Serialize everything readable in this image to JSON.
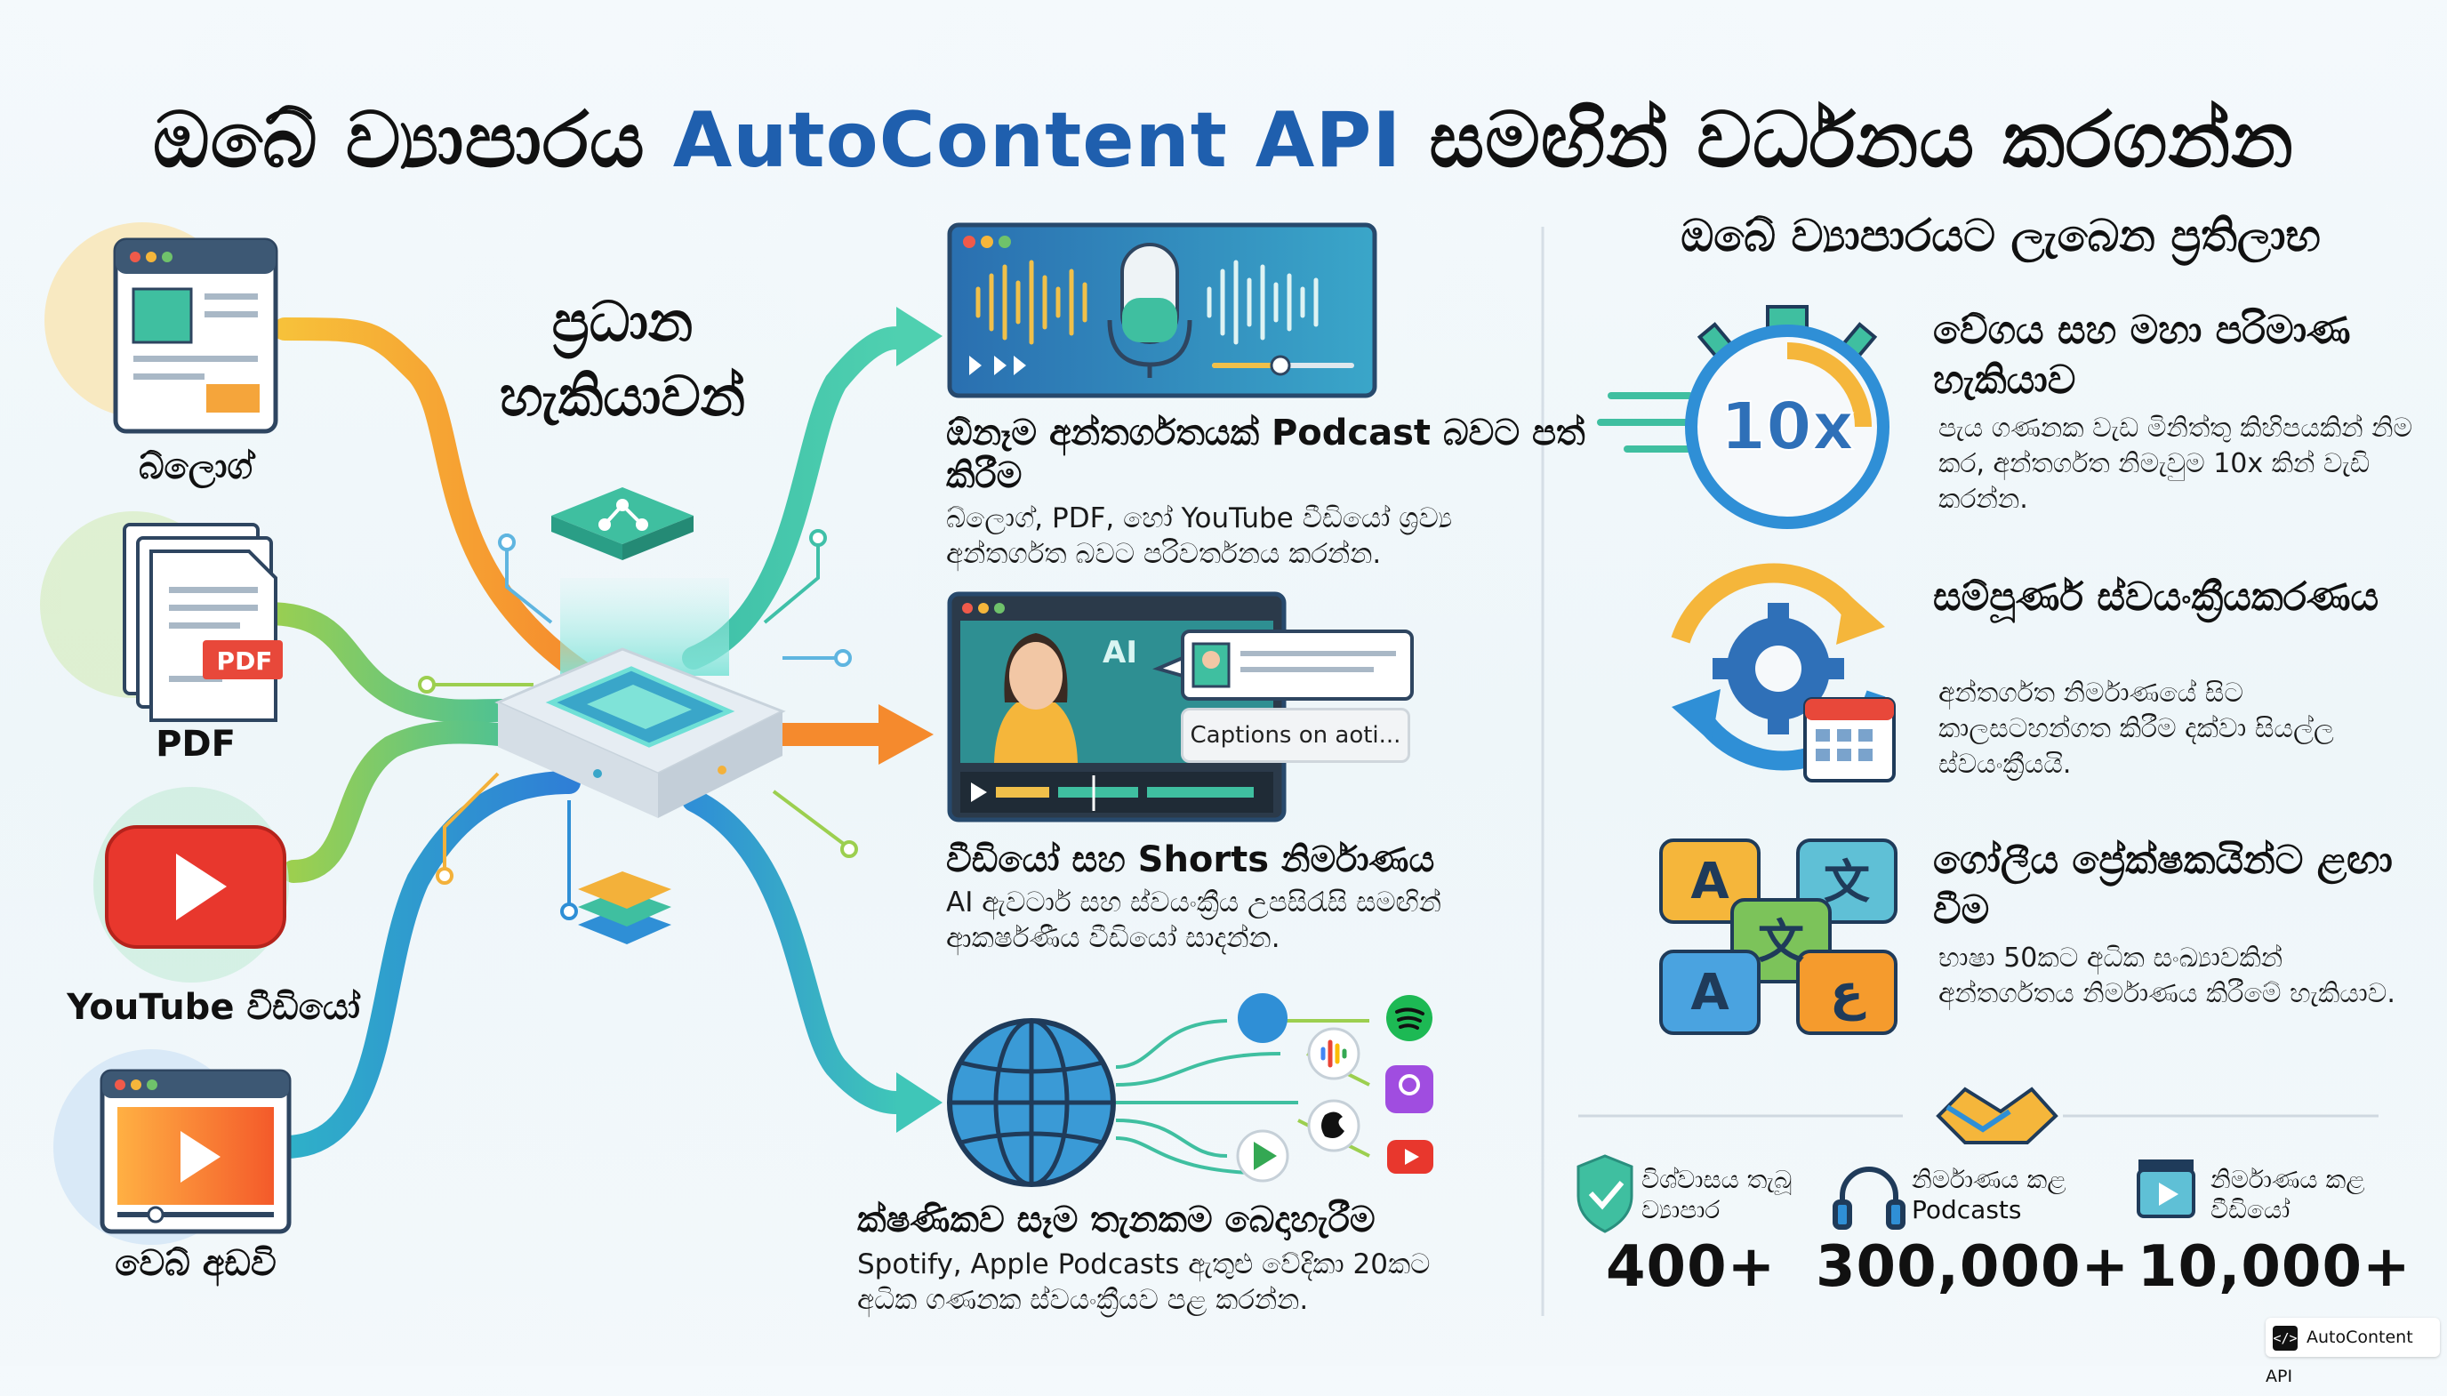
{
  "title": {
    "pre": "ඔබේ ව්‍යාපාරය ",
    "accent": "AutoContent API",
    "post": " සමඟින් වර්ධනය කරගන්න"
  },
  "colors": {
    "accent": "#1f5fae",
    "orange": "#f59b2d",
    "teal": "#3bbfa6",
    "blue": "#2f8fd6",
    "green": "#7cc35a"
  },
  "sources": [
    {
      "label": "බ්ලොග්",
      "icon": "blog-window-icon"
    },
    {
      "label": "PDF",
      "icon": "pdf-document-icon",
      "badge": "PDF"
    },
    {
      "label": "YouTube වීඩියෝ",
      "icon": "youtube-play-icon"
    },
    {
      "label": "වෙබ් අඩවි",
      "icon": "website-play-icon"
    }
  ],
  "core": {
    "title": "ප්‍රධාන හැකියාවන්"
  },
  "capabilities": [
    {
      "title": "ඕනෑම අන්තර්ගතයක් Podcast බවට පත් කිරීම",
      "desc": "බ්ලොග්, PDF, හෝ YouTube වීඩියෝ ශ්‍රව්‍ය අන්තර්ගත බවට පරිවර්තනය කරන්න.",
      "icon": "podcast-microphone-icon"
    },
    {
      "title": "වීඩියෝ සහ Shorts නිර්මාණය",
      "desc": "AI ඇවටාර් සහ ස්වයංක්‍රීය උපසිරැසි සමඟින් ආකර්ෂණීය වීඩියෝ සාදන්න.",
      "icon": "ai-avatar-video-icon",
      "badge": "AI",
      "caption_pill": "Captions on aoti..."
    },
    {
      "title": "ක්ෂණිකව සෑම තැනකම බෙදාහැරීම",
      "desc": "Spotify, Apple Podcasts ඇතුළු වේදිකා 20කට අධික ගණනක ස්වයංක්‍රීයව පළ කරන්න.",
      "icon": "globe-distribution-icon"
    }
  ],
  "benefits_heading": "ඔබේ ව්‍යාපාරයට ලැබෙන ප්‍රතිලාභ",
  "benefits": [
    {
      "title": "වේගය සහ මහා පරිමාණ හැකියාව",
      "desc": "පැය ගණනක වැඩ මිනිත්තු කිහිපයකින් නිම කර, අන්තර්ගත නිමැවුම 10x කින් වැඩි කරන්න.",
      "icon": "stopwatch-icon",
      "badge": "10x"
    },
    {
      "title": "සම්පූර්ණ ස්වයංක්‍රීයකරණය",
      "desc": "අන්තර්ගත නිර්මාණයේ සිට කාලසටහන්ගත කිරීම දක්වා සියල්ල ස්වයංක්‍රීයයි.",
      "icon": "gear-calendar-icon"
    },
    {
      "title": "ගෝලීය ප්‍රේක්ෂකයින්ට ළඟා වීම",
      "desc": "භාෂා 50කට අධික සංඛ්‍යාවකින් අන්තර්ගතය නිර්මාණය කිරීමේ හැකියාව.",
      "icon": "translation-bubbles-icon",
      "glyphs": [
        "A",
        "文",
        "文",
        "A",
        "ع"
      ]
    }
  ],
  "stats": [
    {
      "label": "විශ්වාසය තැබූ ව්‍යාපාර",
      "value": "400+",
      "icon": "shield-check-icon"
    },
    {
      "label": "නිර්මාණය කළ Podcasts",
      "value": "300,000+",
      "icon": "headphones-icon"
    },
    {
      "label": "නිර්මාණය කළ වීඩියෝ",
      "value": "10,000+",
      "icon": "video-clapper-icon"
    }
  ],
  "footer": {
    "code": "</>",
    "label": "AutoContent API"
  }
}
